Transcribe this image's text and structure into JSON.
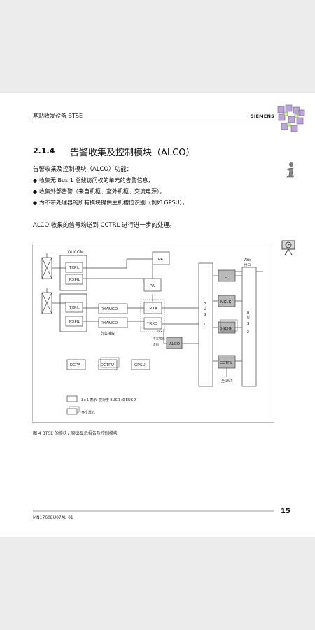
{
  "header": {
    "title": "基站收发设备 BTSE",
    "brand": "SIEMENS"
  },
  "section": {
    "number": "2.1.4",
    "title": "告警收集及控制模块（ALCO）"
  },
  "intro": "告警收集及控制模块（ALCO）功能：",
  "bullets": [
    "收集无 Bus 1 总线访问权的单元的告警信息，",
    "收集外部告警（来自机柜、室外机柜、交流电源），",
    "为不带处理器的所有模块提供主机槽位识别（例如 GPSU）。"
  ],
  "paragraph": "ALCO 收集的信号均送到 CCTRL 进行进一步的处理。",
  "diagram": {
    "ducom": "DUCOM",
    "txfil_1": "TXFIL",
    "rxfil_1": "RXFIL",
    "txfil_2": "TXFIL",
    "rxfil_2": "RXFIL",
    "pa_1": "PA",
    "pa_2": "PA",
    "rxamco_1": "RXAMCO",
    "rxamco_2": "RXAMCO",
    "trxa": "TRXA",
    "trxd": "TRXD",
    "trx_label": "TRX",
    "diversity": "分集接收",
    "alco_note_1": "单元位置",
    "alco_note_2": "识别",
    "alco": "ALCO",
    "dcpa": "DCPA",
    "dctpu": "DCTPU",
    "gpsu": "GPSU",
    "abis_1": "Abis",
    "abis_2": "接口",
    "li": "LI",
    "mclk": "MCLK",
    "bsbig": "BSBIG",
    "cctrl": "CCTRL",
    "lmt": "至 LMT",
    "bus1": [
      "B",
      "U",
      "S",
      "1"
    ],
    "bus2": [
      "B",
      "U",
      "S",
      "2"
    ],
    "legend_1": "1 x 1 表示: 仅对于 BUS 1 和 BUS 2",
    "legend_2": "多个单元"
  },
  "figure_caption": "图 4   BTSE 的模块，突出显示报告及控制模块",
  "footer": {
    "page_number": "15",
    "doc_id": "MN1760EU07AL 01"
  }
}
